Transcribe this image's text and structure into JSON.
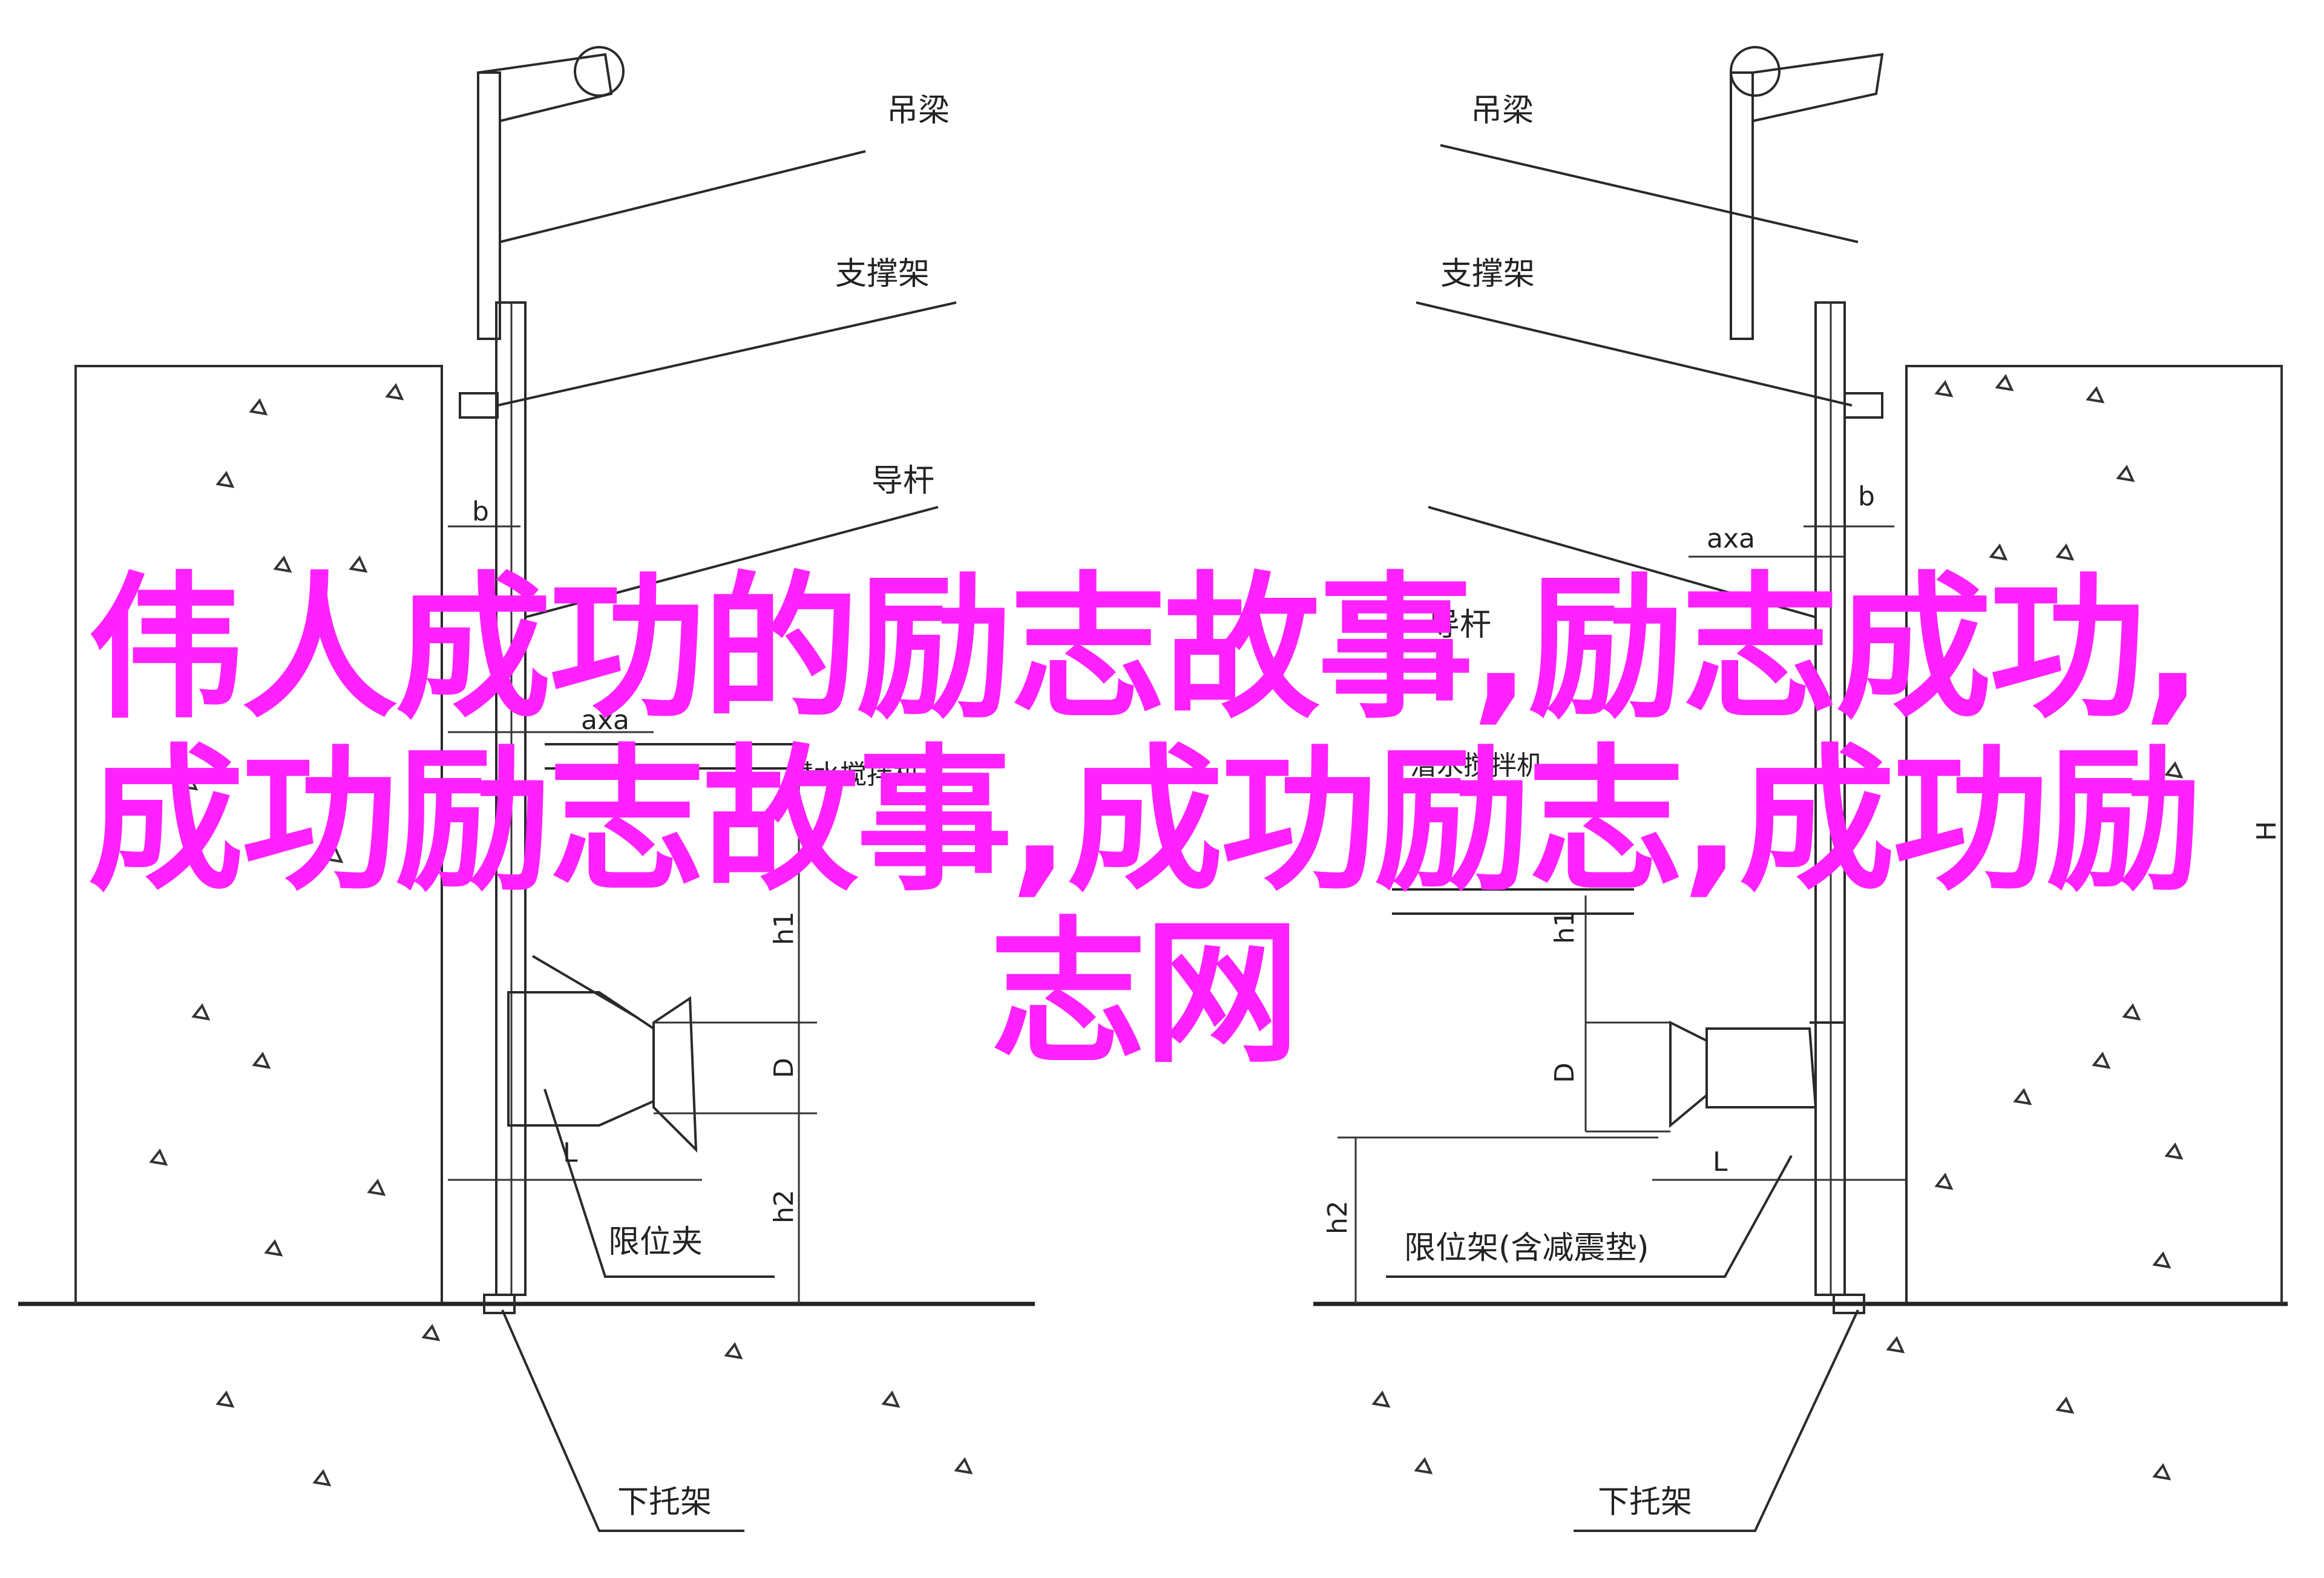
{
  "labels": {
    "left_hanger_beam": "吊梁",
    "left_support": "支撑架",
    "left_guide": "导杆",
    "left_pump": "潜水搅拌机",
    "left_limit": "限位夹",
    "left_bottom_bracket": "下托架",
    "right_hanger_beam": "吊梁",
    "right_support": "支撑架",
    "right_guide": "导杆",
    "right_pump": "潜水搅拌机",
    "right_limit": "限位架(含减震垫)",
    "right_bottom_bracket": "下托架"
  },
  "dimensions": {
    "b": "b",
    "axa": "axa",
    "h1": "h1",
    "D": "D",
    "L": "L",
    "h2": "h2",
    "H": "H"
  },
  "headline": "伟人成功的励志故事,励志成功,成功励志故事,成功励志,成功励志网",
  "colors": {
    "headline": "#ff22ff",
    "line": "#2a2a2a"
  }
}
